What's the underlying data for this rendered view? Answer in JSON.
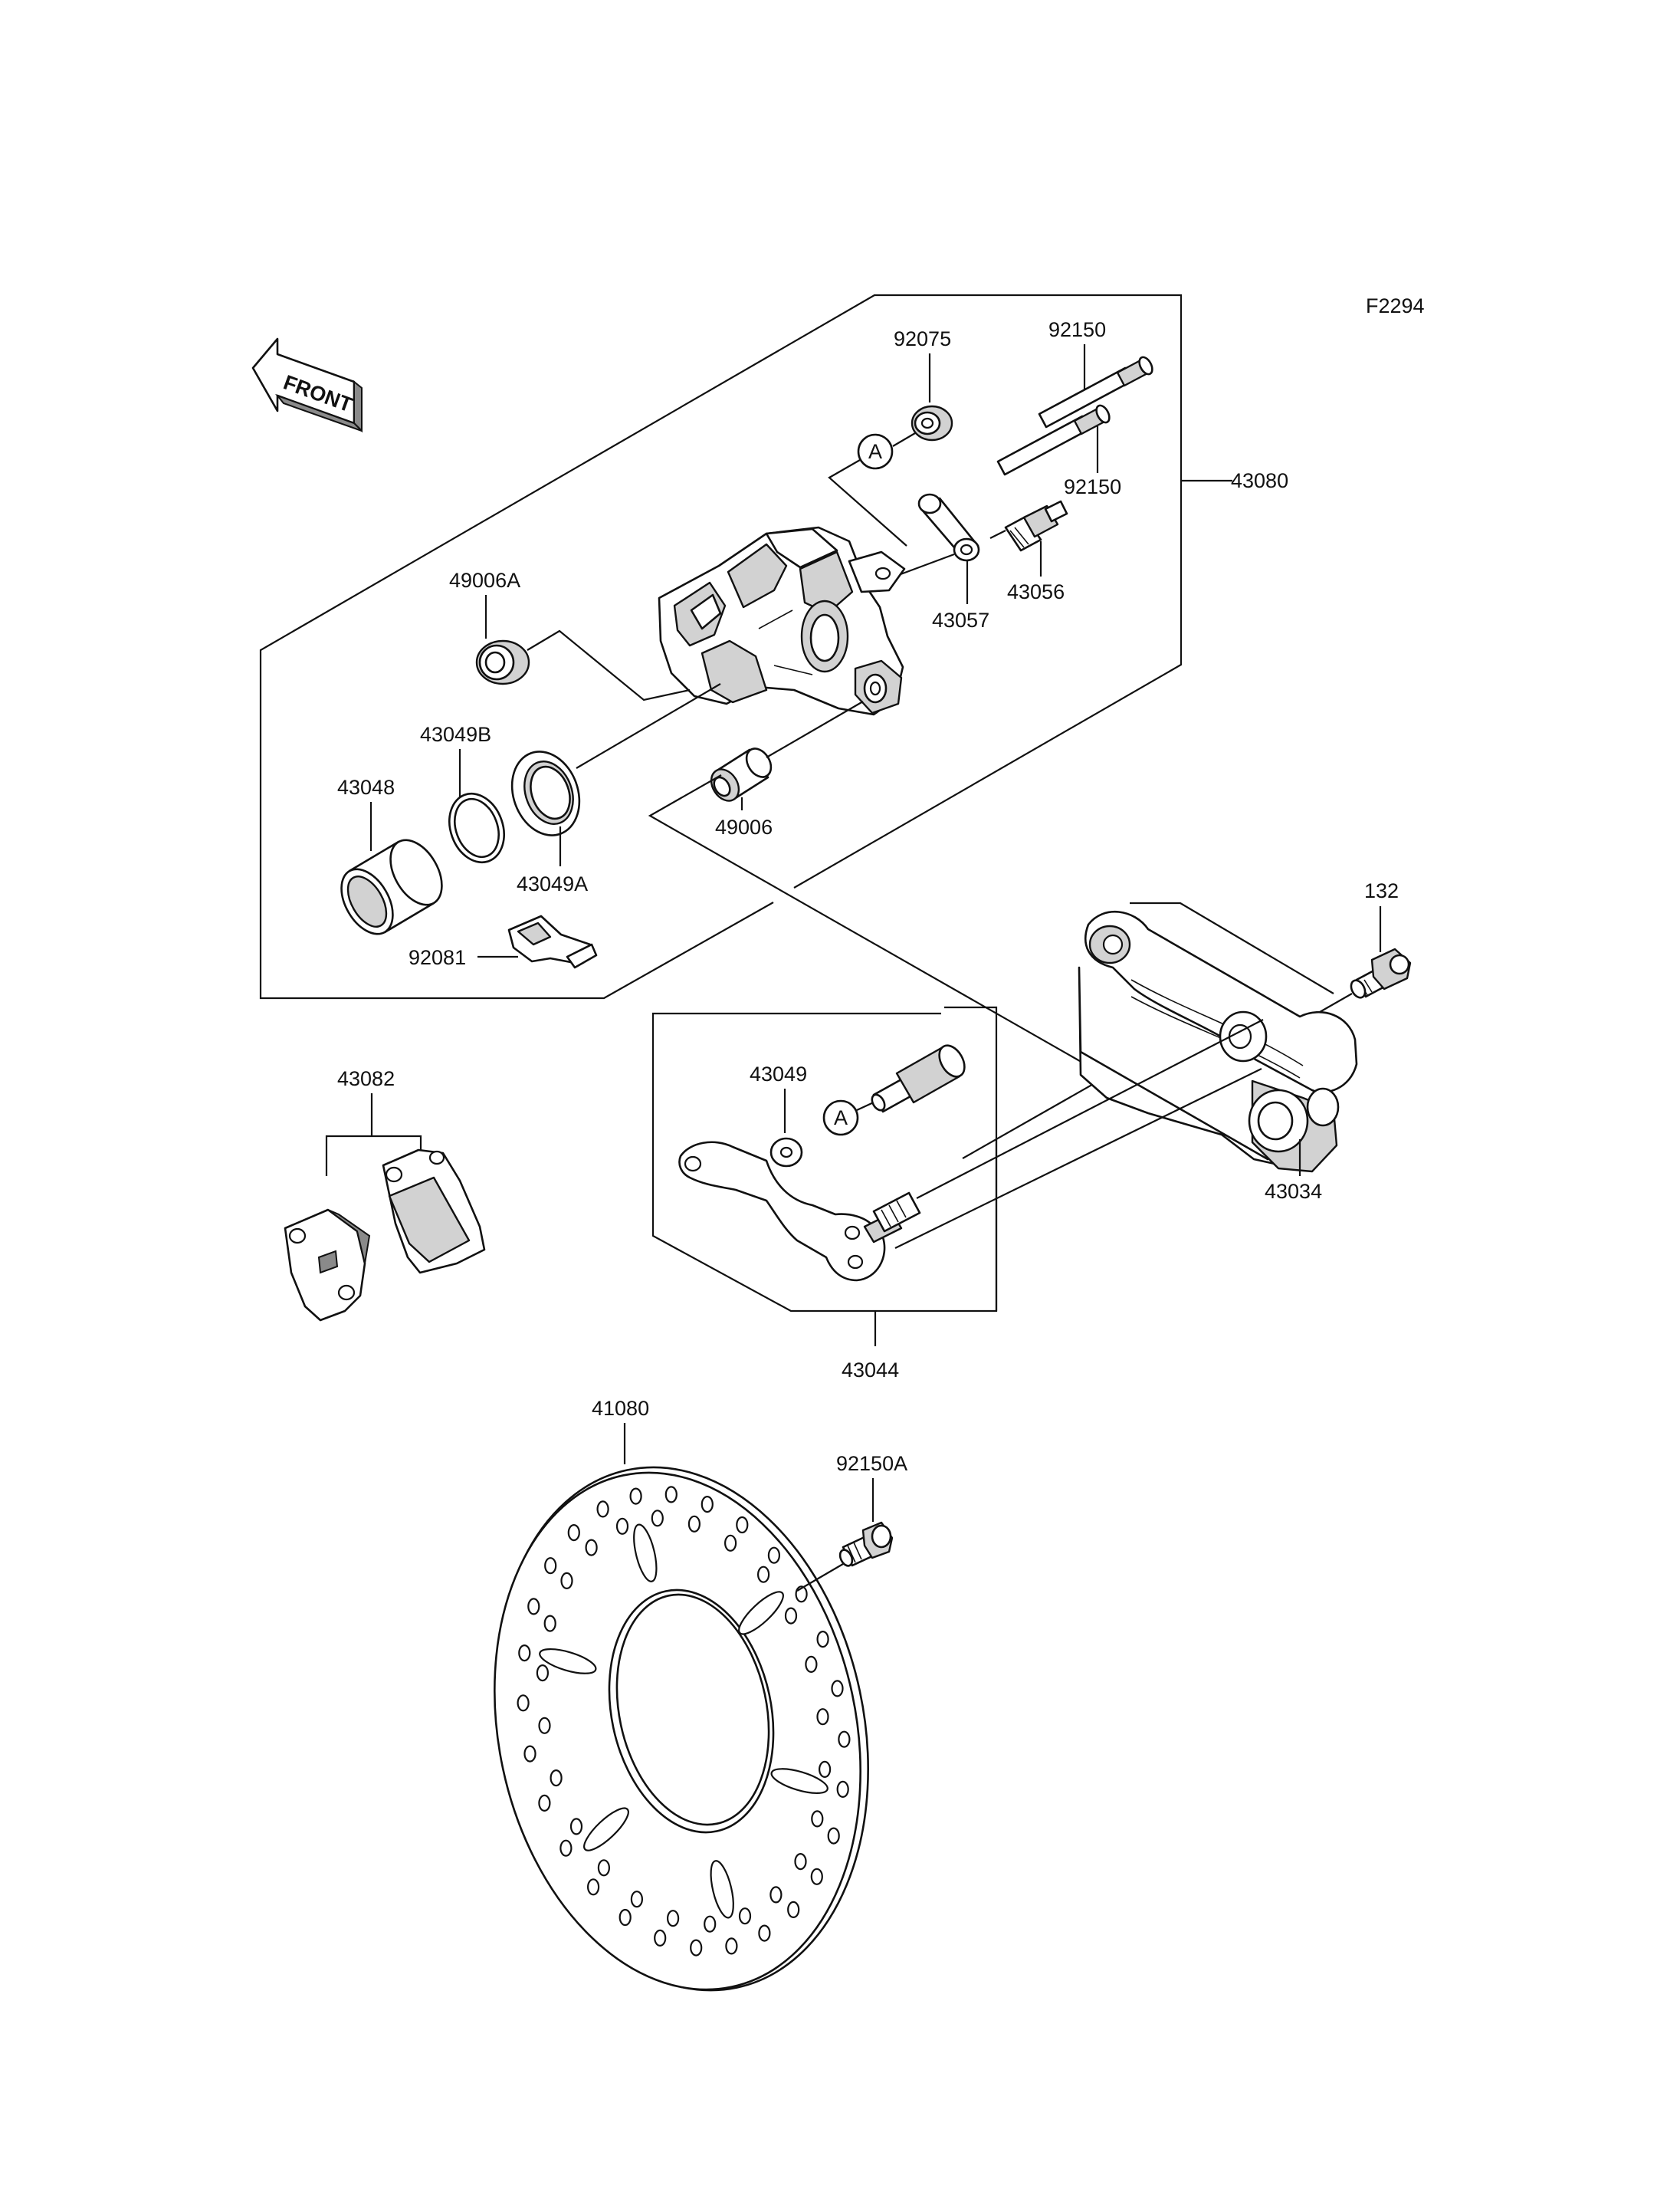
{
  "figure_code": "F2294",
  "front_label": "FRONT",
  "ref_marker": "A",
  "parts": {
    "p92075": "92075",
    "p92150_top": "92150",
    "p92150_bottom": "92150",
    "p43080": "43080",
    "p49006A": "49006A",
    "p43057": "43057",
    "p43056": "43056",
    "p43049B": "43049B",
    "p43048": "43048",
    "p49006": "49006",
    "p43049A": "43049A",
    "p92081": "92081",
    "p132": "132",
    "p43082": "43082",
    "p43049": "43049",
    "p43034": "43034",
    "p43044": "43044",
    "p41080": "41080",
    "p92150A": "92150A"
  }
}
